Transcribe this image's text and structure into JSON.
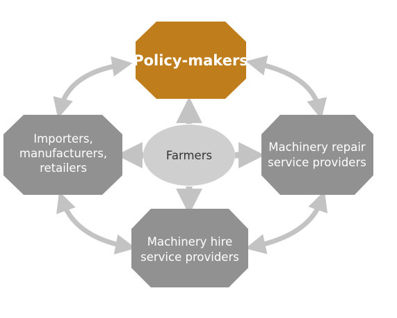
{
  "diagram": {
    "colors": {
      "primary_node": "#c07d1c",
      "node": "#919191",
      "center": "#cfcfcf",
      "arrow": "#c3c3c3",
      "node_text": "#ffffff",
      "center_text": "#333333"
    },
    "nodes": {
      "policy": {
        "label": "Policy-makers"
      },
      "importers": {
        "lines": [
          "Importers,",
          "manufacturers,",
          "retailers"
        ]
      },
      "repair": {
        "lines": [
          "Machinery repair",
          "service providers"
        ]
      },
      "hire": {
        "lines": [
          "Machinery hire",
          "service providers"
        ]
      },
      "farmers": {
        "label": "Farmers"
      }
    }
  }
}
